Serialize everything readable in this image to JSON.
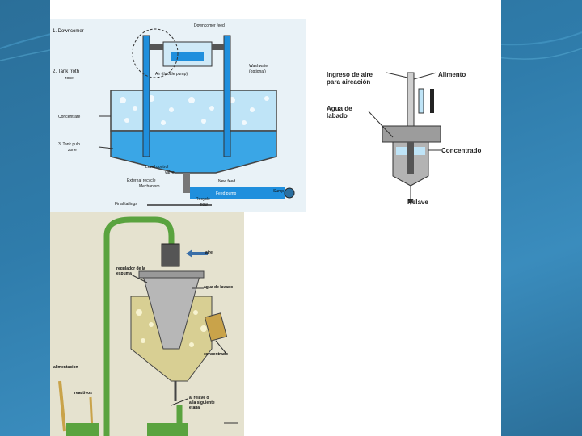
{
  "slide": {
    "title_fragment": "n"
  },
  "diagram_a": {
    "labels": {
      "downcomer": "1. Downcomer",
      "downcomer_feed": "Downcomer feed",
      "tank_froth": "2. Tank froth",
      "zone": "zone",
      "washwater": "Washwater",
      "optional": "(optional)",
      "concentrate": "Concentrate",
      "tank_pulp": "3. Tank pulp",
      "zone2": "zone",
      "level_control": "Level control",
      "valve": "valve",
      "external_recycle": "External recycle",
      "mechanism": "Mechanism",
      "new_feed": "New feed",
      "recycle": "Recycle",
      "flow": "flow",
      "feed_pump": "Feed pump",
      "sump": "Sump",
      "final_tailings": "Final tailings",
      "air": "Air (throttle pump)"
    }
  },
  "diagram_b": {
    "labels": {
      "air_intake": "Ingreso de aire\npara aireación",
      "feed": "Alimento",
      "wash_water": "Agua de\nlabado",
      "concentrate": "Concentrado",
      "tailings": "Relave"
    }
  },
  "diagram_c": {
    "labels": {
      "air": "aire",
      "foam_regulator": "regulador de la\nespuma",
      "wash_water": "agua de lavado",
      "concentrate": "concentrado",
      "feeding": "alimentacion",
      "reagents": "reactivos",
      "to_next": "al relave o\na la siguiente\netapa"
    }
  },
  "colors": {
    "background": "#2f7cab",
    "title": "#55c0e8",
    "tank_blue": "#3aa6e6",
    "pipe_green": "#5aa33f"
  }
}
